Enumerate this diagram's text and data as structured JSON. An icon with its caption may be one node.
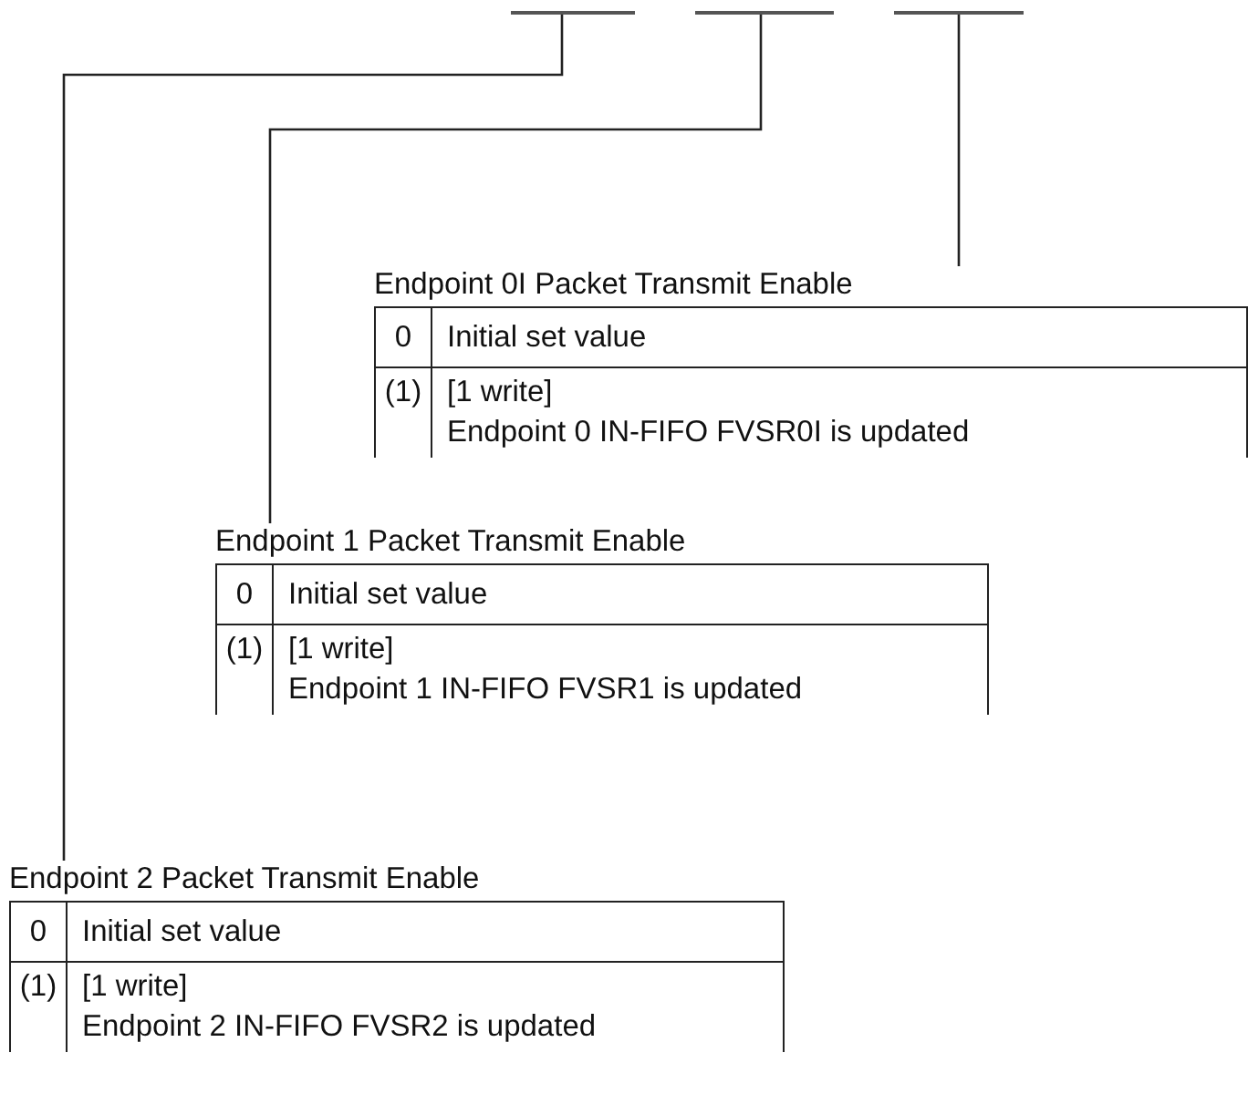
{
  "diagram": {
    "nodes": [
      {
        "text": [],
        "shape": "bar"
      },
      {
        "text": [],
        "shape": "bar"
      },
      {
        "text": [],
        "shape": "bar"
      },
      {
        "text": [
          "Endpoint 0I Packet Transmit Enable",
          "0",
          "Initial set value",
          "(1)",
          "[1 write]",
          "Endpoint 0 IN-FIFO FVSR0I is updated"
        ]
      },
      {
        "text": [
          "Endpoint 1 Packet Transmit Enable",
          "0",
          "Initial set value",
          "(1)",
          "[1 write]",
          "Endpoint 1 IN-FIFO FVSR1 is updated"
        ]
      },
      {
        "text": [
          "Endpoint 2 Packet Transmit Enable",
          "0",
          "Initial set value",
          "(1)",
          "[1 write]",
          "Endpoint 2 IN-FIFO FVSR2 is updated"
        ]
      }
    ],
    "edges": [
      {
        "from": 2,
        "to": 3,
        "arrow": "none"
      },
      {
        "from": 1,
        "to": 4,
        "arrow": "none"
      },
      {
        "from": 0,
        "to": 5,
        "arrow": "none"
      }
    ]
  }
}
